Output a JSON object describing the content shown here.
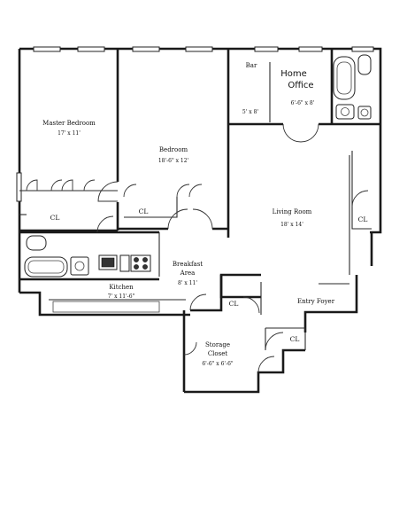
{
  "rooms": {
    "master_bedroom": {
      "name": "Master Bedroom",
      "dims": "17' x 11'"
    },
    "bedroom": {
      "name": "Bedroom",
      "dims": "18'-6\" x 12'"
    },
    "bar": {
      "name": "Bar",
      "dims": "5' x 8'"
    },
    "home_office": {
      "line1": "Home",
      "line2": "Office",
      "dims": "6'-6\" x 8'"
    },
    "living_room": {
      "name": "Living Room",
      "dims": "18' x 14'"
    },
    "breakfast_area": {
      "line1": "Breakfast",
      "line2": "Area",
      "dims": "8' x 11'"
    },
    "kitchen": {
      "name": "Kitchen",
      "dims": "7' x 11'-6\""
    },
    "storage_closet": {
      "line1": "Storage",
      "line2": "Closet",
      "dims": "6'-6\" x 6'-6\""
    },
    "entry_foyer": {
      "name": "Entry Foyer"
    }
  },
  "closets": {
    "master": "CL",
    "bedroom": "CL",
    "living": "CL",
    "foyer_upper": "CL",
    "foyer_lower": "CL"
  }
}
